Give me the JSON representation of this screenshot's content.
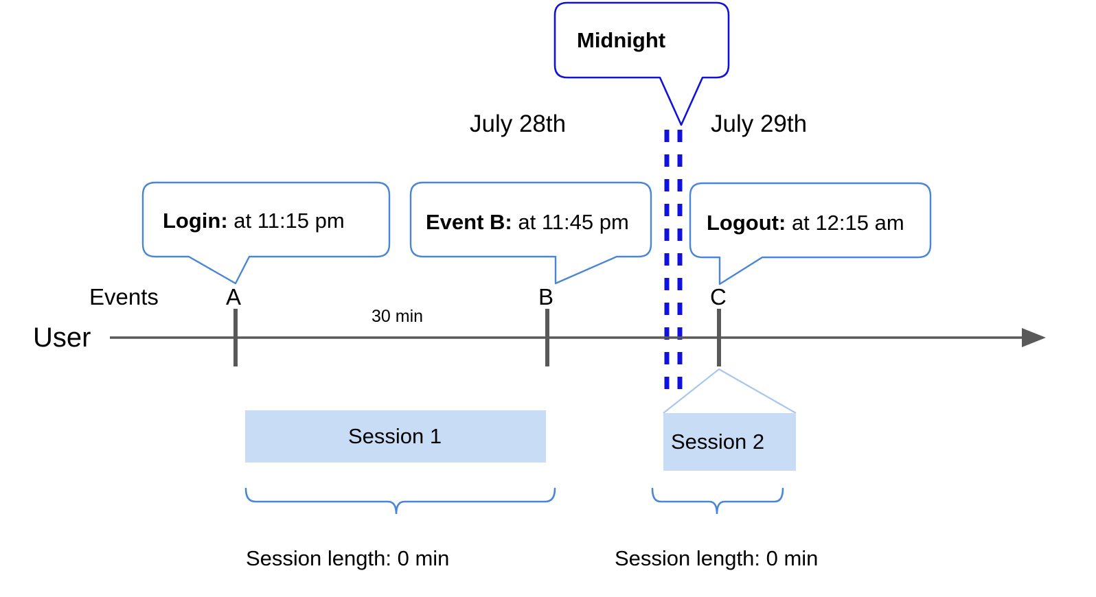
{
  "diagram": {
    "title_callout": {
      "label": "Midnight",
      "border_color": "#1111dd"
    },
    "dates": {
      "left": "July 28th",
      "right": "July 29th"
    },
    "lane_labels": {
      "events": "Events",
      "user": "User"
    },
    "callouts": [
      {
        "lead": "Login:",
        "rest": " at 11:15 pm",
        "target": "A"
      },
      {
        "lead": "Event B:",
        "rest": " at 11:45 pm",
        "target": "B"
      },
      {
        "lead": "Logout:",
        "rest": " at 12:15 am",
        "target": "C"
      }
    ],
    "event_points": [
      {
        "label": "A"
      },
      {
        "label": "B"
      },
      {
        "label": "C"
      }
    ],
    "interval_label": "30 min",
    "sessions": [
      {
        "label": "Session 1",
        "length_label": "Session length: 0 min"
      },
      {
        "label": "Session 2",
        "length_label": "Session length: 0 min"
      }
    ],
    "colors": {
      "callout_border": "#4a86d8",
      "midnight_border": "#1111dd",
      "midnight_dashes": "#1111dd",
      "session_fill": "#c9dcf5",
      "session_connector": "#a8c7ee",
      "brace": "#4a86d8",
      "axis": "#595959"
    }
  }
}
